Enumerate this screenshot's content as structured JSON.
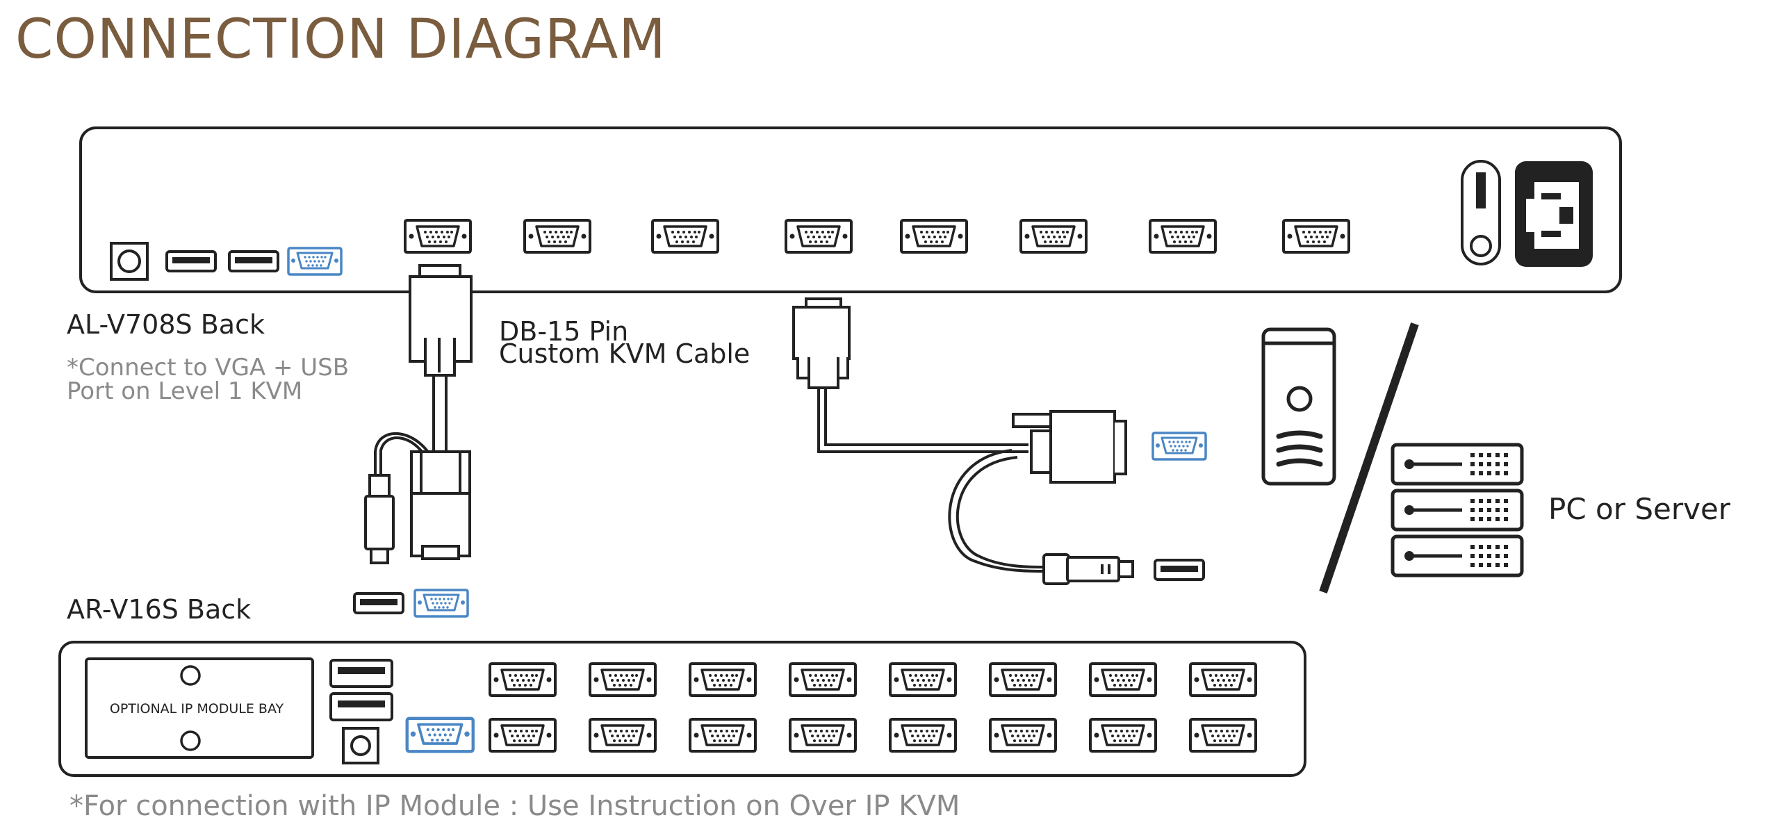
{
  "title": "CONNECTION DIAGRAM",
  "labels": {
    "top_unit": "AL-V708S Back",
    "top_note_line1": "*Connect to VGA + USB",
    "top_note_line2": "Port on Level 1 KVM",
    "cable_line1": "DB-15 Pin",
    "cable_line2": "Custom KVM Cable",
    "bottom_unit": "AR-V16S Back",
    "ip_module_bay": "OPTIONAL IP MODULE BAY",
    "pc_or_server": "PC or Server",
    "footer_note": "*For connection with IP Module : Use Instruction on Over IP KVM"
  },
  "colors": {
    "title": "#7a5c3e",
    "line": "#222222",
    "accent_blue": "#4a86c5",
    "note_gray": "#8a8a8a"
  },
  "devices": {
    "top_unit_ports": 8,
    "bottom_unit_ports_rows": 2,
    "bottom_unit_ports_per_row": 8
  },
  "icons": [
    "power-jack-icon",
    "usb-port-icon",
    "vga-port-icon",
    "db15-connector-icon",
    "usb-plug-icon",
    "power-switch-icon",
    "iec-power-inlet-icon",
    "pc-tower-icon",
    "rack-server-icon"
  ]
}
